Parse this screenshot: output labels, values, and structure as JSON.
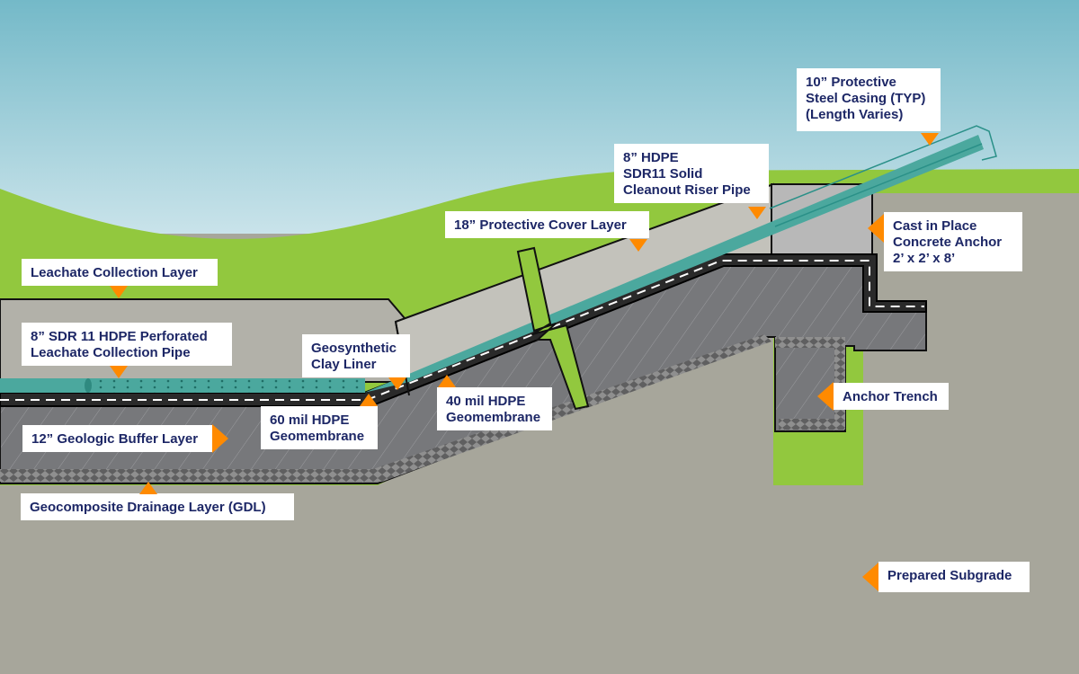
{
  "diagram": {
    "title": "Landfill liner cross-section with cleanout riser",
    "colors": {
      "sky_top": "#74b9c8",
      "sky_bottom": "#c9e3ea",
      "grass": "#92c83e",
      "subgrade": "#a7a69b",
      "cover_layer": "#c3c2bb",
      "collection_layer": "#b2b1a9",
      "buffer_layer": "#77787b",
      "membrane": "#111111",
      "pipe": "#4ba89e",
      "concrete": "#b8b8b8",
      "label_bg": "#ffffff",
      "label_text": "#1d2766",
      "pointer": "#ff8a00"
    },
    "labels": [
      {
        "id": "leachate-collection-layer",
        "text": "Leachate Collection Layer",
        "pointer": "down"
      },
      {
        "id": "perforated-pipe",
        "text": "8” SDR 11 HDPE Perforated\nLeachate Collection Pipe",
        "pointer": "down"
      },
      {
        "id": "geosynthetic-clay-liner",
        "text": "Geosynthetic\nClay Liner",
        "pointer": "down"
      },
      {
        "id": "60mil-geomembrane",
        "text": "60 mil HDPE\nGeomembrane",
        "pointer": "up"
      },
      {
        "id": "40mil-geomembrane",
        "text": "40 mil HDPE\nGeomembrane",
        "pointer": "up"
      },
      {
        "id": "geologic-buffer-layer",
        "text": "12” Geologic Buffer Layer",
        "pointer": "right"
      },
      {
        "id": "gdl",
        "text": "Geocomposite Drainage Layer (GDL)",
        "pointer": "up"
      },
      {
        "id": "protective-cover-layer",
        "text": "18” Protective Cover Layer",
        "pointer": "down"
      },
      {
        "id": "riser-pipe",
        "text": "8” HDPE\nSDR11 Solid\nCleanout Riser Pipe",
        "pointer": "down"
      },
      {
        "id": "steel-casing",
        "text": "10” Protective\nSteel Casing (TYP)\n(Length Varies)",
        "pointer": "down"
      },
      {
        "id": "concrete-anchor",
        "text": "Cast in Place\nConcrete Anchor\n2’ x 2’ x 8’",
        "pointer": "left"
      },
      {
        "id": "anchor-trench",
        "text": "Anchor Trench",
        "pointer": "left"
      },
      {
        "id": "prepared-subgrade",
        "text": "Prepared Subgrade",
        "pointer": "left"
      }
    ]
  }
}
